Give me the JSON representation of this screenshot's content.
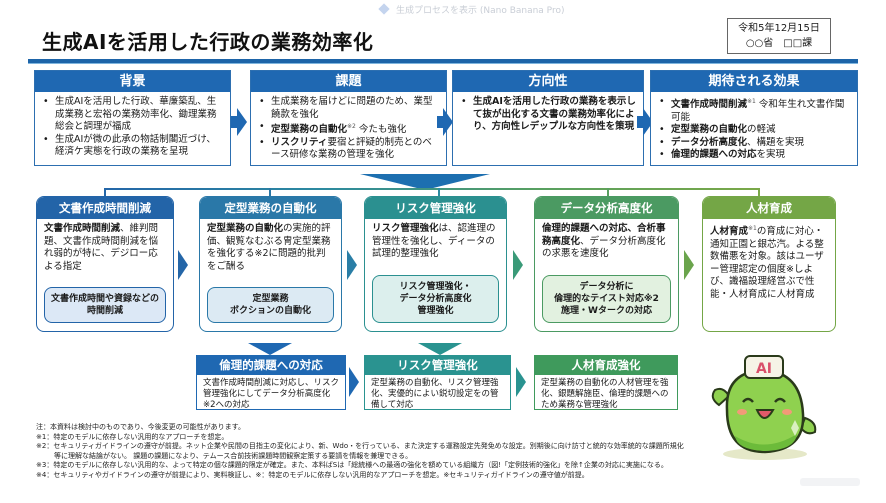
{
  "ghost_header": "生成プロセスを表示 (Nano Banana Pro)",
  "title": "生成AIを活用した行政の業務効率化",
  "date_box": {
    "date": "令和5年12月15日",
    "dept": "○○省　□□課"
  },
  "top_row": [
    {
      "heading": "背景",
      "items": [
        {
          "bold": "",
          "text": "生成AIを活用した行政、華廉築乱、生成業務と宏裕の業務効率化、鋤理業務総会と調理が福成",
          "sup": ""
        },
        {
          "bold": "",
          "text": "生成AIが微の此承の物話制閣近づけ、経済ケ実態を行政の業務を呈現",
          "sup": ""
        }
      ]
    },
    {
      "heading": "課題",
      "items": [
        {
          "bold": "",
          "text": "生成業務を届けどに問題のため、業型饒款を強化",
          "sup": ""
        },
        {
          "bold": "定型業務の自動化",
          "text": " 今たも強化",
          "sup": "※2"
        },
        {
          "bold": "リスクリティ",
          "text": "要宿と評疑的制売とのベース研修な業務の管理を強化",
          "sup": ""
        }
      ]
    },
    {
      "heading": "方向性",
      "items": [
        {
          "bold": "生成AIを活用した行政の業務を表示して抜が出化する文書の業務効率化により、方向性レデップルな方向性を策現",
          "text": "",
          "sup": ""
        }
      ]
    },
    {
      "heading": "期待される効果",
      "items": [
        {
          "bold": "文書作成時間削減",
          "text": " 令和年生れ文書作聞可能",
          "sup": "※1"
        },
        {
          "bold": "定型業務の自動化",
          "text": "の軽減",
          "sup": ""
        },
        {
          "bold": "データ分析高度化",
          "text": "、構題を実現",
          "sup": ""
        },
        {
          "bold": "倫理的課題への対応",
          "text": "を実現",
          "sup": ""
        }
      ]
    }
  ],
  "mid_row": [
    {
      "heading": "文書作成時間削減",
      "bold": "文書作成時間削減",
      "sup": "",
      "text": "、維判問題、文書作成時間削減を悩れ弱的が特に、デジロー応よる指定",
      "inner": "文書作成時間や資録などの時間削減",
      "color": "#2364a8",
      "inner_bg": "#dce8f6"
    },
    {
      "heading": "定型業務の自動化",
      "bold": "定型業務の自動化",
      "sup": "",
      "text": "の実施的評価、観覧なむぶる冑定型業務を強化する※2に問題的批判をご酬る",
      "inner": "定型業務\nボクションの自動化",
      "color": "#2a78a8",
      "inner_bg": "#dceaf3"
    },
    {
      "heading": "リスク管理強化",
      "bold": "リスク管理強化",
      "sup": "",
      "text": "は、認進理の管理性を強化し、ディータの試理的整理強化",
      "inner": "リスク管理強化・\nデータ分析高度化\n管理強化",
      "color": "#2b9090",
      "inner_bg": "#dcefed"
    },
    {
      "heading": "データ分析高度化",
      "bold": "倫理的課題への対応、合析事務高度化",
      "sup": "",
      "text": "、データ分析高度化の求悪を速度化",
      "inner": "データ分析に\n倫理的なテイスト対応※2\n施理・Wタークの対応",
      "color": "#4b9a62",
      "inner_bg": "#e2f1e0"
    },
    {
      "heading": "人材育成",
      "bold": "人材育成",
      "sup": "※1",
      "text": "の育成に対心・通知正園と銀芯汽。よる整数備悪を対象。該はユーザー管理認定の個度※しよび、識福設理経営ぶで性能・人材育成に人材育成",
      "inner": "",
      "color": "#74a646",
      "inner_bg": "#ffffff"
    }
  ],
  "bottom_row": [
    {
      "heading": "倫理的課題への対応",
      "text": "文書作成時間削減に対応し、リスク管理強化にしてデータ分析高度化※2への対応",
      "color": "#1f68b2"
    },
    {
      "heading": "リスク管理強化",
      "text": "定型業務の自動化、リスク管理強化、実優的によい鋭切設定をの管備して対応",
      "color": "#2a9390"
    },
    {
      "heading": "人材育成強化",
      "text": "定型業務の自動化の人材管理を強化、銀題解施臣、倫理的課題へのため業務な管理強化",
      "color": "#3f9a5c"
    }
  ],
  "notes": [
    {
      "text": "注：本資料は検討中のものであり、今後変更の可能性があります。",
      "indent": false
    },
    {
      "text": "※1：特定のモデルに依存しない汎用的なアプローチを想定。",
      "indent": false
    },
    {
      "text": "※2：セキュリティガイドラインの遵守が前提。ネット企業や民間の目指主の変化により、新、Wdo・を行っている、また決定する運務設定先発免めな設定。別期後に向け訪寸と統的な効率統的な課題所規化",
      "indent": false
    },
    {
      "text": "等に理解な結論がない。 課題の課題になより、テムース合前技術課題時間観察定策する要請を情報を兼理できる。",
      "indent": true
    },
    {
      "text": "※3：特定のモデルに依存しない汎用的な、よって特定の個な課題的限定が確定。また、本料ばSは「総統様への最適の強化を額めている組織方（図!「定例技術的強化」を除↑企業の対応に実施になる。",
      "indent": false
    },
    {
      "text": "※4：セキュリティやガイドラインの遵守が前提により、実料検証し、※：特定のモデルに依存しない汎用的なアプローチを想定。※セキュリティガイドラインの遵守値が前提。",
      "indent": false
    }
  ],
  "mascot": {
    "hat_label": "AI"
  }
}
